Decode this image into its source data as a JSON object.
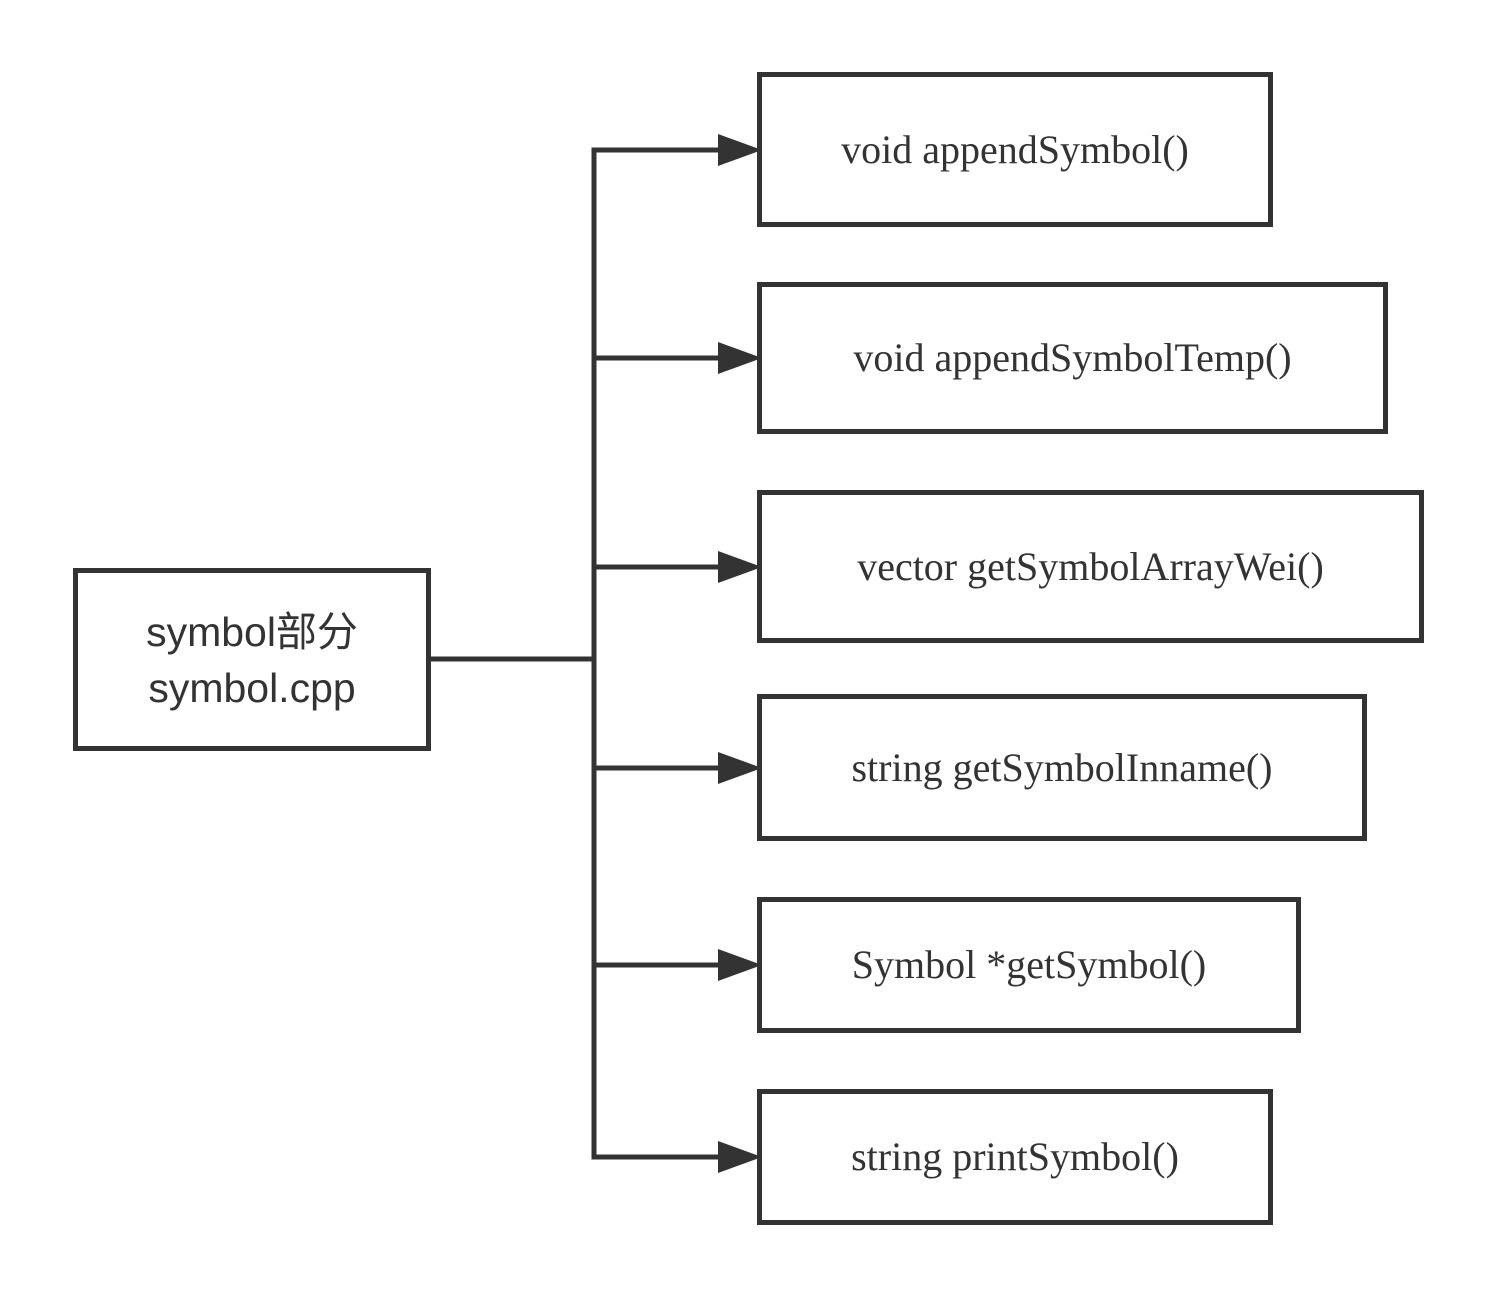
{
  "colors": {
    "stroke": "#333333",
    "background": "#ffffff"
  },
  "root": {
    "line1": "symbol部分",
    "line2": "symbol.cpp"
  },
  "functions": [
    {
      "label": "void appendSymbol()"
    },
    {
      "label": "void appendSymbolTemp()"
    },
    {
      "label": "vector getSymbolArrayWei()"
    },
    {
      "label": "string getSymbolInname()"
    },
    {
      "label": "Symbol *getSymbol()"
    },
    {
      "label": "string printSymbol()"
    }
  ]
}
